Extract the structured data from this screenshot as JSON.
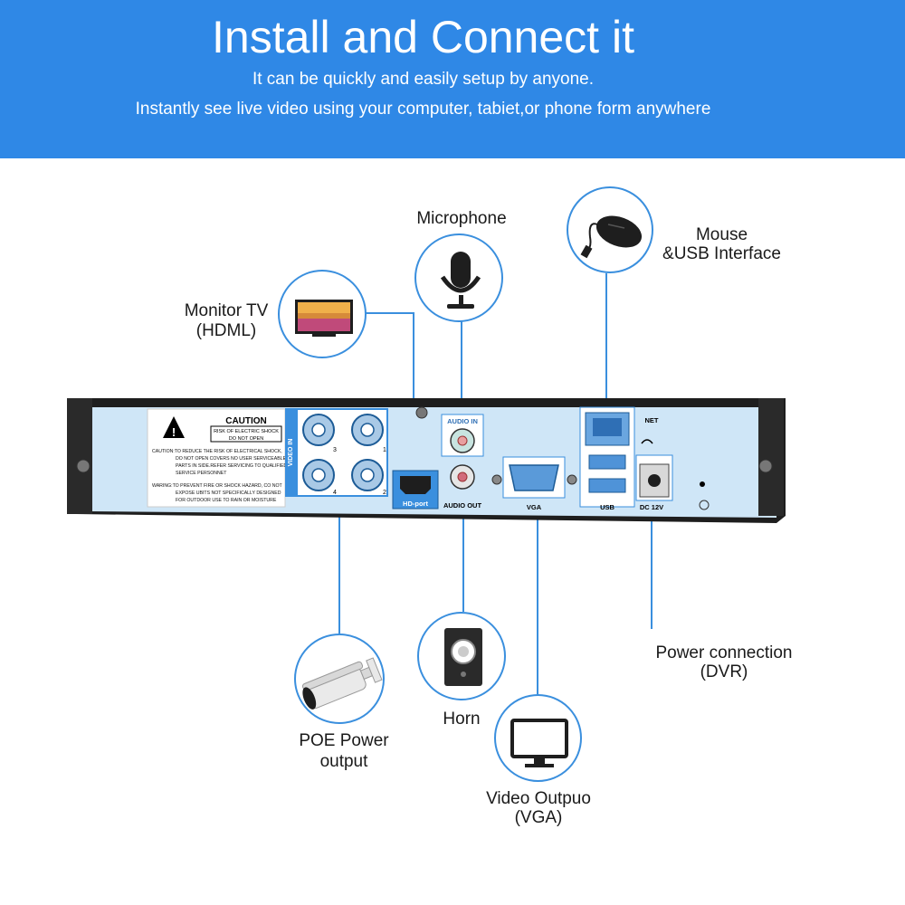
{
  "banner": {
    "title": "Install and Connect it",
    "subtitle_1": "It can be quickly and easily setup by anyone.",
    "subtitle_2": "Instantly see live video using your computer, tabiet,or phone form anywhere"
  },
  "callouts": {
    "monitor": {
      "line1": "Monitor TV",
      "line2": "(HDML)",
      "icon": "monitor-tv-icon"
    },
    "microphone": {
      "line1": "Microphone",
      "icon": "microphone-icon"
    },
    "mouse": {
      "line1": "Mouse",
      "line2": "&USB Interface",
      "icon": "mouse-icon"
    },
    "power": {
      "line1": "Power connection",
      "line2": "(DVR)"
    },
    "camera": {
      "line1": "POE Power",
      "line2": "output",
      "icon": "security-camera-icon"
    },
    "horn": {
      "line1": "Horn",
      "icon": "speaker-icon"
    },
    "video": {
      "line1": "Video Outpuo",
      "line2": "(VGA)",
      "icon": "display-icon"
    }
  },
  "panel": {
    "caution": "CAUTION",
    "warning_box": [
      "RISK OF ELECTRIC SHOCK",
      "DO NOT OPEN"
    ],
    "warning_text": [
      "CAUTION:TO REDUCE THE RISK OF ELECTRICAL SHOCK,",
      "DO NOT OPEN COVERS NO USER SERVICEABLE",
      "PARTS IN SIDE.REFER SERVICING TO QUALIFIED",
      "SERVICE PERSONNET",
      "WARING:TO PREVENT FIRE OR SHOCK HAZARD, CO NOT",
      "EXPOSE UBITS NOT SPECIFICALLY DESIGNED",
      "FOR OUTDOOR USE TO RAIN OR MOISTURE"
    ],
    "video_in": "VIDEO IN",
    "channels": [
      "3",
      "1",
      "4",
      "2"
    ],
    "hd_port": "HD-port",
    "audio_in": "AUDIO IN",
    "audio_out": "AUDIO OUT",
    "vga": "VGA",
    "usb": "USB",
    "net": "NET",
    "dc": "DC 12V"
  },
  "colors": {
    "banner": "#2f88e6",
    "accent": "#3a8fde",
    "panel": "#cfe6f7"
  }
}
